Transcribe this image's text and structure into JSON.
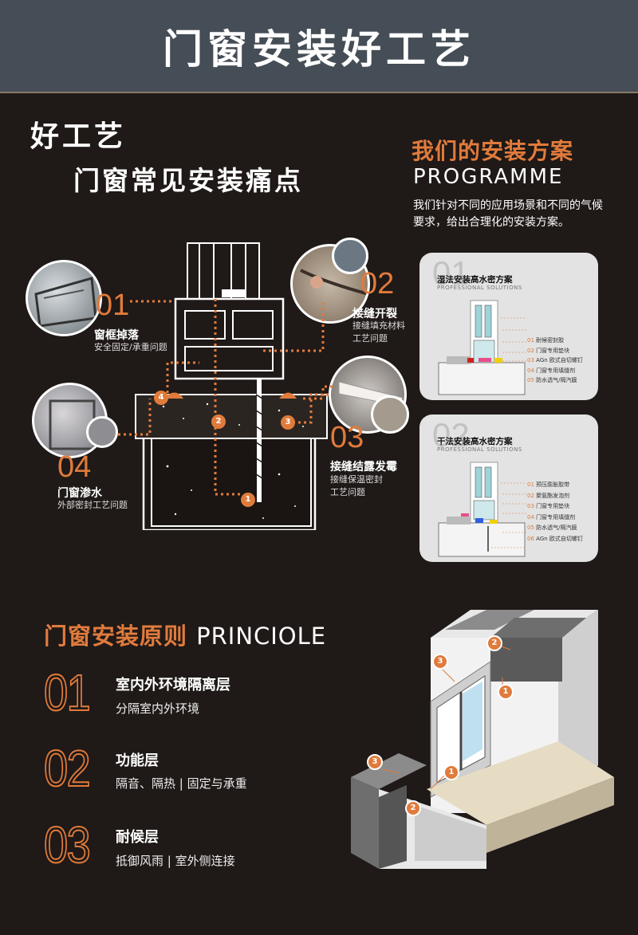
{
  "header": {
    "title": "门窗安装好工艺"
  },
  "section1": {
    "title_line1": "好工艺",
    "title_line2": "门窗常见安装痛点"
  },
  "programme": {
    "title_cn": "我们的安装方案",
    "title_en": "PROGRAMME",
    "desc": "我们针对不同的应用场景和不同的气候要求，给出合理化的安装方案。",
    "cards": [
      {
        "num": "01",
        "title": "湿法安装高水密方案",
        "subtitle": "PROFESSIONAL SOLUTIONS",
        "items": [
          {
            "n": "01",
            "t": "耐候密封胶"
          },
          {
            "n": "02",
            "t": "门窗专用垫块"
          },
          {
            "n": "03",
            "t": "AGn 欧式自切螺钉"
          },
          {
            "n": "04",
            "t": "门窗专用填缝剂"
          },
          {
            "n": "05",
            "t": "防水透气/隔汽膜"
          }
        ]
      },
      {
        "num": "02",
        "title": "干法安装高水密方案",
        "subtitle": "PROFESSIONAL SOLUTIONS",
        "items": [
          {
            "n": "01",
            "t": "预压膨胀胶带"
          },
          {
            "n": "02",
            "t": "聚氨酯发泡剂"
          },
          {
            "n": "03",
            "t": "门窗专用垫块"
          },
          {
            "n": "04",
            "t": "门窗专用填缝剂"
          },
          {
            "n": "05",
            "t": "防水透气/隔汽膜"
          },
          {
            "n": "06",
            "t": "AGn 欧式自切螺钉"
          }
        ]
      }
    ]
  },
  "pain_points": [
    {
      "num": "01",
      "title": "窗框掉落",
      "desc": "安全固定/承重问题"
    },
    {
      "num": "02",
      "title": "接缝开裂",
      "desc_line1": "接缝填充材料",
      "desc_line2": "工艺问题"
    },
    {
      "num": "03",
      "title": "接缝结露发霉",
      "desc_line1": "接缝保温密封",
      "desc_line2": "工艺问题"
    },
    {
      "num": "04",
      "title": "门窗渗水",
      "desc": "外部密封工艺问题"
    }
  ],
  "diagram_markers": [
    "1",
    "2",
    "3",
    "4"
  ],
  "principle": {
    "title_cn": "门窗安装原则",
    "title_en": "PRINCIOLE",
    "items": [
      {
        "num": "01",
        "title": "室内外环境隔离层",
        "desc": "分隔室内外环境"
      },
      {
        "num": "02",
        "title": "功能层",
        "desc": "隔音、隔热 | 固定与承重"
      },
      {
        "num": "03",
        "title": "耐候层",
        "desc": "抵御风雨 | 室外侧连接"
      }
    ]
  },
  "iso_markers": [
    "1",
    "2",
    "3",
    "1",
    "2",
    "3"
  ],
  "colors": {
    "accent": "#e07b3c",
    "header": "#454d56",
    "background": "#1f1917"
  }
}
